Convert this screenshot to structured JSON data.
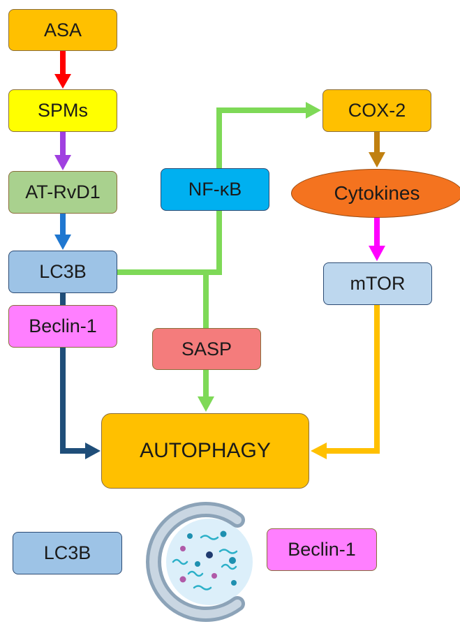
{
  "nodes": {
    "asa": "ASA",
    "spms": "SPMs",
    "at_rvd1": "AT-RvD1",
    "lc3b": "LC3B",
    "beclin_1": "Beclin-1",
    "nf_kb": "NF-κB",
    "sasp": "SASP",
    "cox_2": "COX-2",
    "cytokines": "Cytokines",
    "mtor": "mTOR",
    "autophagy": "AUTOPHAGY"
  },
  "legend": {
    "lc3b": "LC3B",
    "beclin_1": "Beclin-1"
  },
  "edges": [
    {
      "from": "ASA",
      "to": "SPMs",
      "color": "#FF0000"
    },
    {
      "from": "SPMs",
      "to": "AT-RvD1",
      "color": "#A040E0"
    },
    {
      "from": "AT-RvD1",
      "to": "LC3B",
      "color": "#1F77D0"
    },
    {
      "from": "LC3B",
      "to": "AUTOPHAGY",
      "color": "#1F4E79"
    },
    {
      "from": "LC3B",
      "to": "COX-2",
      "color": "#7ED957"
    },
    {
      "from": "LC3B",
      "to": "SASP",
      "color": "#7ED957"
    },
    {
      "from": "SASP",
      "to": "AUTOPHAGY",
      "color": "#7ED957"
    },
    {
      "from": "COX-2",
      "to": "Cytokines",
      "color": "#C08010"
    },
    {
      "from": "Cytokines",
      "to": "mTOR",
      "color": "#FF00FF"
    },
    {
      "from": "mTOR",
      "to": "AUTOPHAGY",
      "color": "#FFC000"
    }
  ],
  "colors": {
    "orange_box": "#FFC000",
    "yellow_box": "#FFFF00",
    "green_box": "#A9D18E",
    "blue_box": "#9DC3E6",
    "pink_box": "#FF7FFF",
    "cyan_box": "#00B0F0",
    "red_box": "#F47C7C",
    "cytokines": "#F4731F",
    "light_blue_box": "#BDD7EE"
  },
  "icons": [
    "autophagosome-icon"
  ]
}
